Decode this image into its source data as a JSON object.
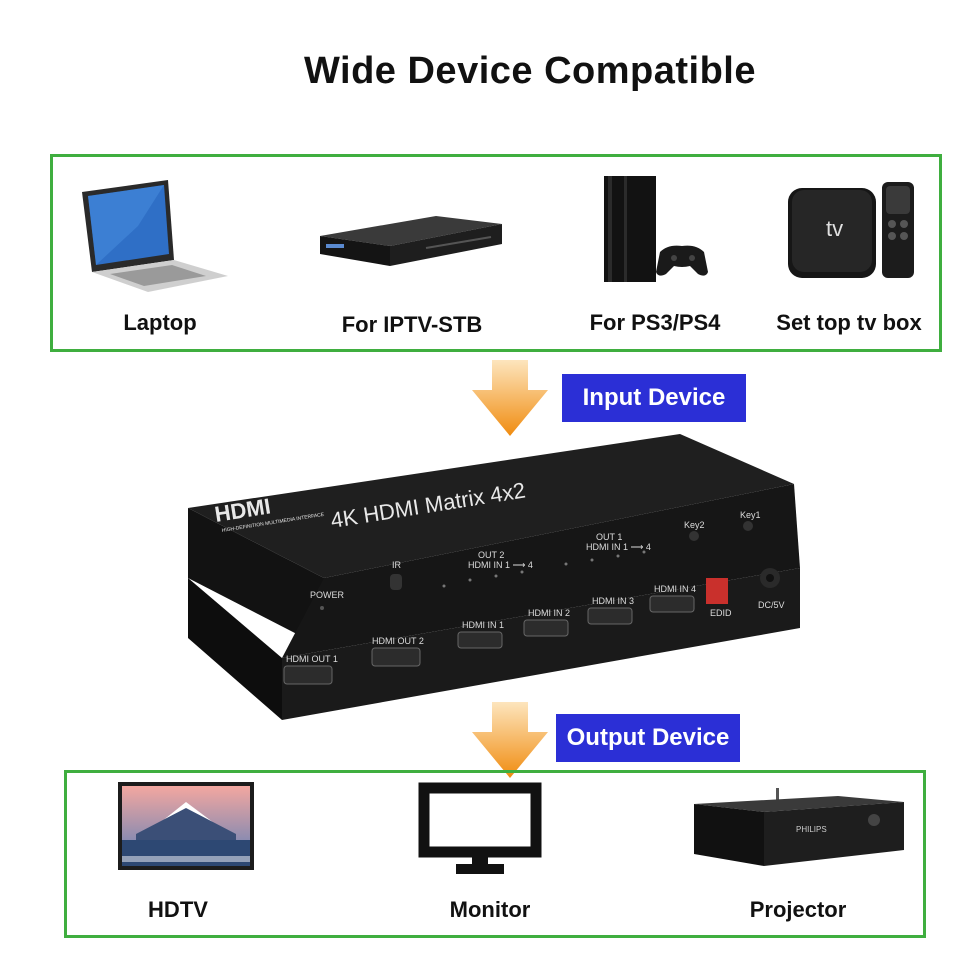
{
  "title": "Wide Device Compatible",
  "input_devices": [
    {
      "label": "Laptop",
      "icon": "laptop-icon"
    },
    {
      "label": "For IPTV-STB",
      "icon": "bluray-player-icon"
    },
    {
      "label": "For PS3/PS4",
      "icon": "game-console-icon"
    },
    {
      "label": "Set top tv box",
      "icon": "tv-box-icon"
    }
  ],
  "input_tag": "Input Device",
  "output_tag": "Output Device",
  "output_devices": [
    {
      "label": "HDTV",
      "icon": "hdtv-icon"
    },
    {
      "label": "Monitor",
      "icon": "monitor-icon"
    },
    {
      "label": "Projector",
      "icon": "projector-icon"
    }
  ],
  "matrix": {
    "logo": "HDMI",
    "logo_sub": "HIGH-DEFINITION MULTIMEDIA INTERFACE",
    "model": "4K HDMI Matrix 4x2",
    "key2": "Key2",
    "key1": "Key1",
    "out2_label": "OUT 2",
    "out1_label": "OUT 1",
    "out_range": "HDMI IN 1 ⟶ 4",
    "power": "POWER",
    "ir": "IR",
    "edid": "EDID",
    "dc": "DC/5V",
    "hdmi_out1": "HDMI OUT 1",
    "hdmi_out2": "HDMI OUT 2",
    "hdmi_in1": "HDMI IN 1",
    "hdmi_in2": "HDMI IN 2",
    "hdmi_in3": "HDMI IN 3",
    "hdmi_in4": "HDMI IN 4"
  },
  "projector_brand": "PHILIPS",
  "tv_box_text": "tv",
  "colors": {
    "frame": "#3fae3f",
    "tag_bg": "#2b2fd6",
    "arrow": "#f39a1a"
  }
}
